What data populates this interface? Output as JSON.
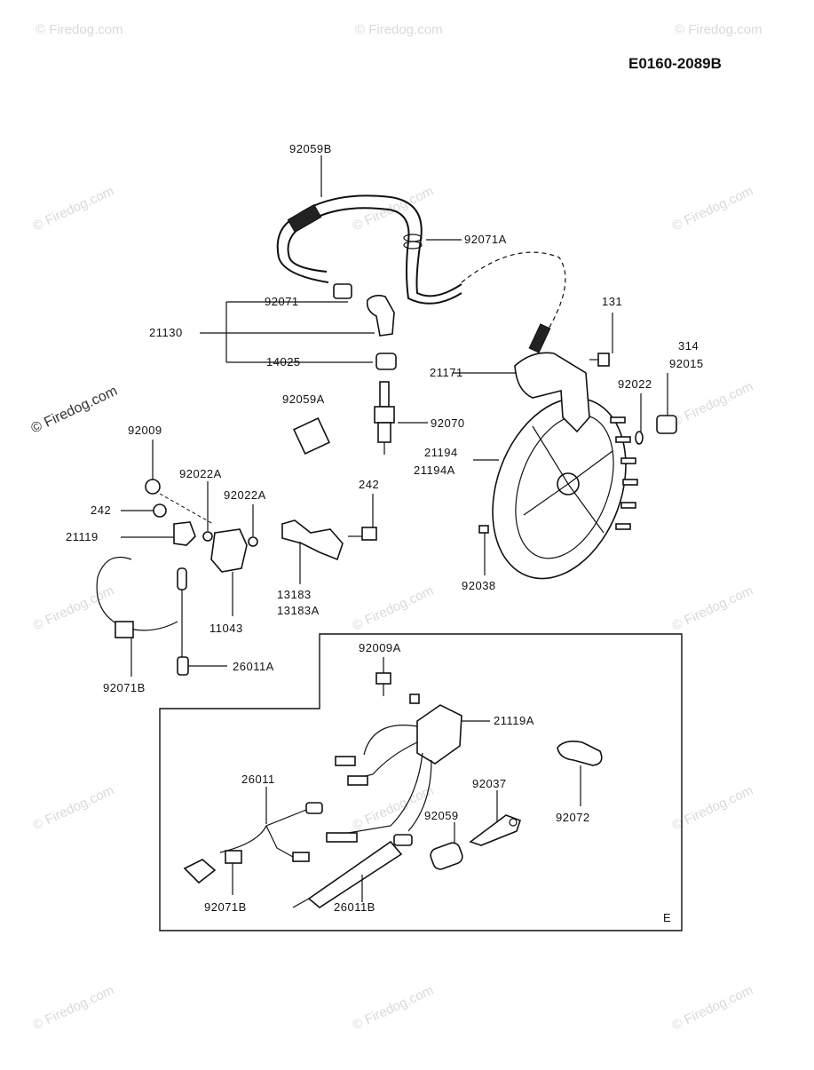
{
  "diagram_code": "E0160-2089B",
  "watermark": "© Firedog.com",
  "inset_marker": "E",
  "part_labels": {
    "p92059B": "92059B",
    "p92071A": "92071A",
    "p92071": "92071",
    "p21130": "21130",
    "p14025": "14025",
    "p131": "131",
    "p314": "314",
    "p92015": "92015",
    "p21171": "21171",
    "p92022": "92022",
    "p92059A": "92059A",
    "p92070": "92070",
    "p21194": "21194",
    "p21194A": "21194A",
    "p92009": "92009",
    "p92022A_1": "92022A",
    "p92022A_2": "92022A",
    "p242_1": "242",
    "p242_2": "242",
    "p21119": "21119",
    "p11043": "11043",
    "p13183": "13183",
    "p13183A": "13183A",
    "p92038": "92038",
    "p92071B_1": "92071B",
    "p26011A": "26011A",
    "p92009A": "92009A",
    "p21119A": "21119A",
    "p26011": "26011",
    "p92037": "92037",
    "p92072": "92072",
    "p92059": "92059",
    "p92071B_2": "92071B",
    "p26011B": "26011B"
  }
}
